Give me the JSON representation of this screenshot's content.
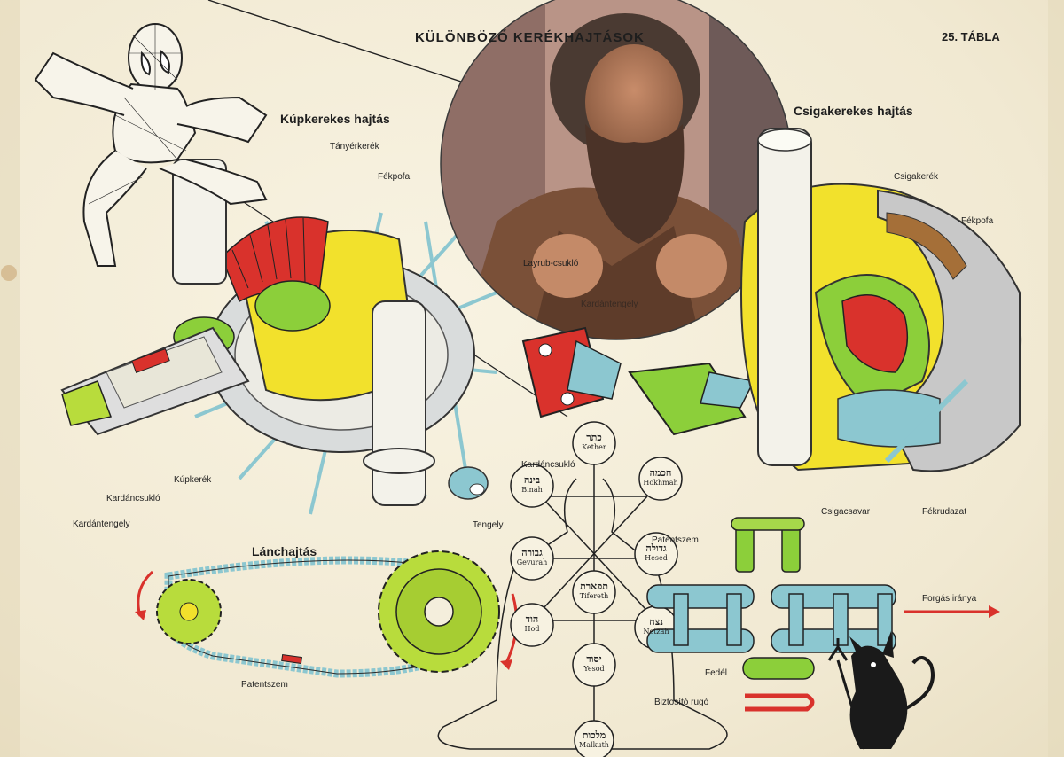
{
  "title": "KÜLÖNBÖZŐ KERÉKHAJTÁSOK",
  "plate": "25. TÁBLA",
  "sections": {
    "bevel": "Kúpkerekes hajtás",
    "worm": "Csigakerekes hajtás",
    "chain": "Lánchajtás"
  },
  "labels": {
    "tanyerkerek": "Tányérkerék",
    "fekpofa": "Fékpofa",
    "csigakerek": "Csigakerék",
    "layrub": "Layrub-csukló",
    "kardancsuklo": "Kardáncsukló",
    "kupkerek": "Kúpkerék",
    "kardantengely": "Kardántengely",
    "tengely": "Tengely",
    "csigacsavar": "Csigacsavar",
    "fekrudazat": "Fékrudazat",
    "patentszem": "Patentszem",
    "forgas": "Forgás iránya",
    "fedel": "Fedél",
    "biztosito": "Biztosító rugó"
  },
  "sephirot": [
    {
      "heb": "כתר",
      "name": "Kether"
    },
    {
      "heb": "בינה",
      "name": "Binah"
    },
    {
      "heb": "חכמה",
      "name": "Hokhmah"
    },
    {
      "heb": "גבורה",
      "name": "Gevurah"
    },
    {
      "heb": "גדולה",
      "name": "Hesed"
    },
    {
      "heb": "תפארת",
      "name": "Tifereth"
    },
    {
      "heb": "הוד",
      "name": "Hod"
    },
    {
      "heb": "נצח",
      "name": "Netzah"
    },
    {
      "heb": "יסוד",
      "name": "Yesod"
    },
    {
      "heb": "מלכות",
      "name": "Malkuth"
    }
  ],
  "colors": {
    "paper": "#f4eedc",
    "gear_red": "#d9322c",
    "gear_green": "#8ccf3a",
    "housing_yellow": "#f2e12c",
    "chain_blue": "#8cc7d0"
  }
}
